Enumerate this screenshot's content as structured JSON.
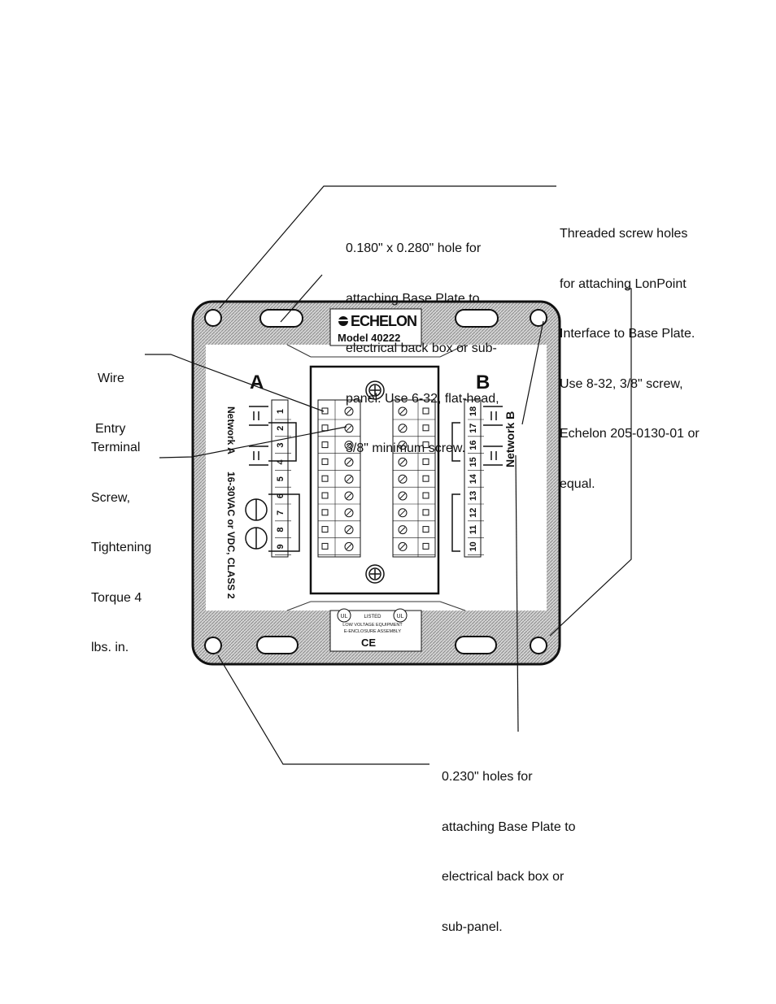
{
  "callouts": {
    "top_hole": [
      "0.180\" x 0.280\" hole for",
      "attaching Base Plate to",
      "electrical back box or sub-",
      "panel. Use 6-32, flat-head,",
      "3/8\" minimum screw."
    ],
    "threaded_holes": [
      "Threaded screw holes",
      "for attaching LonPoint",
      "Interface to Base Plate.",
      "Use 8-32, 3/8\" screw,",
      "Echelon 205-0130-01 or",
      "equal."
    ],
    "wire_entry": [
      "Wire",
      "Entry"
    ],
    "terminal_screw": [
      "Terminal",
      "Screw,",
      "Tightening",
      "Torque 4",
      "lbs. in."
    ],
    "bottom_holes": [
      "0.230\" holes for",
      "attaching Base Plate to",
      "electrical back box or",
      "sub-panel."
    ]
  },
  "device": {
    "brand": "ECHELON",
    "model": "Model 40222",
    "section_a": "A",
    "section_b": "B",
    "network_a": "Network A",
    "network_b": "Network B",
    "power_label": "16-30VAC or VDC, CLASS 2",
    "terminals_left": [
      "1",
      "2",
      "3",
      "4",
      "5",
      "6",
      "7",
      "8",
      "9"
    ],
    "terminals_right": [
      "18",
      "17",
      "16",
      "15",
      "14",
      "13",
      "12",
      "11",
      "10"
    ],
    "listing_text": [
      "LISTED",
      "LOW VOLTAGE EQUIPMENT",
      "E-ENCLOSURE ASSEMBLY"
    ],
    "ce_mark": "CE",
    "ul_mark": "UL"
  }
}
